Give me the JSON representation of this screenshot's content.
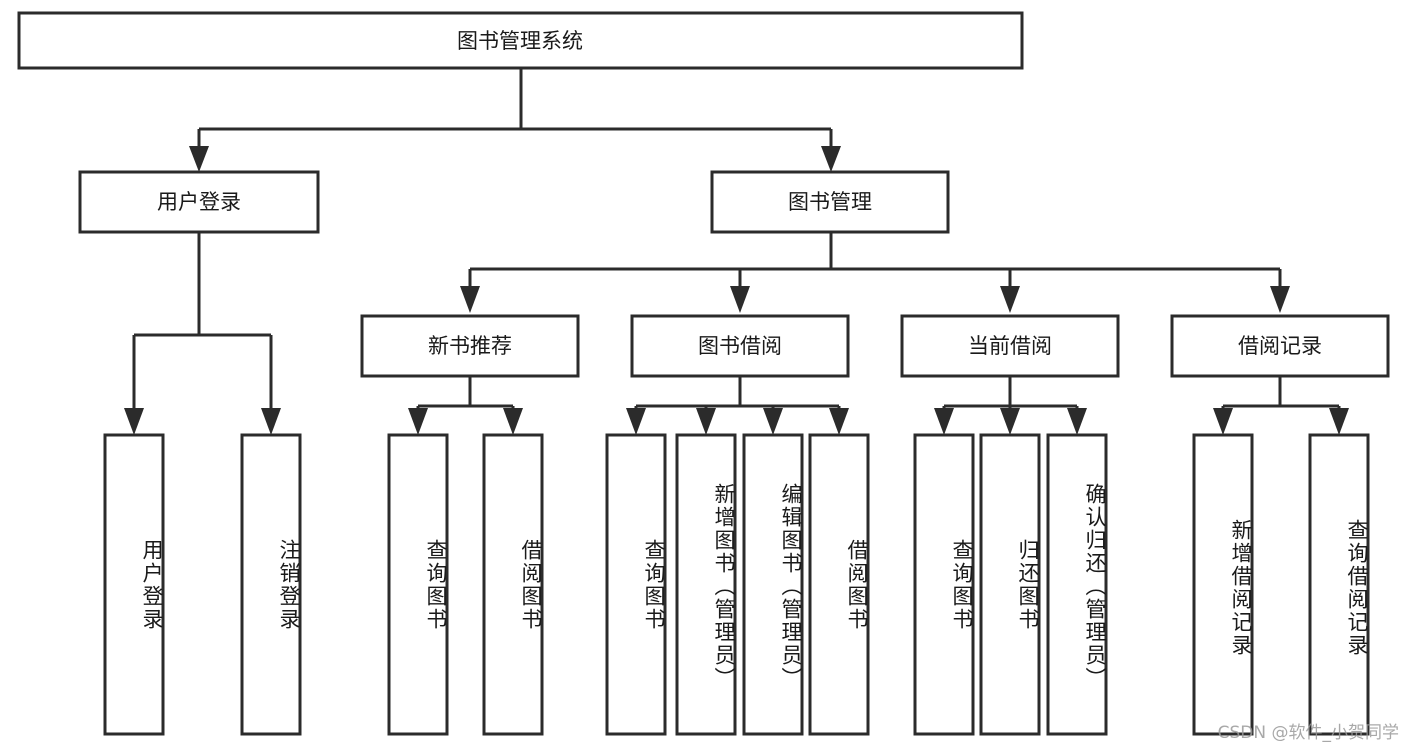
{
  "diagram": {
    "title": "图书管理系统",
    "type": "tree-hierarchy-diagram",
    "watermark": "CSDN @软件_小贺同学",
    "colors": {
      "background": "#ffffff",
      "box_stroke": "#2b2b2b",
      "box_fill": "#ffffff",
      "text": "#1a1a1a",
      "watermark": "#9a9a9a"
    },
    "root": {
      "label": "图书管理系统"
    },
    "level1": [
      {
        "label": "用户登录"
      },
      {
        "label": "图书管理"
      }
    ],
    "level2": [
      {
        "label": "新书推荐"
      },
      {
        "label": "图书借阅"
      },
      {
        "label": "当前借阅"
      },
      {
        "label": "借阅记录"
      }
    ],
    "leaves": {
      "user_login": [
        {
          "label": "用户登录"
        },
        {
          "label": "注销登录"
        }
      ],
      "new_book_recommend": [
        {
          "label": "查询图书"
        },
        {
          "label": "借阅图书"
        }
      ],
      "book_borrow": [
        {
          "label": "查询图书"
        },
        {
          "label": "新增图书（管理员）"
        },
        {
          "label": "编辑图书（管理员）"
        },
        {
          "label": "借阅图书"
        }
      ],
      "current_borrow": [
        {
          "label": "查询图书"
        },
        {
          "label": "归还图书"
        },
        {
          "label": "确认归还（管理员）"
        }
      ],
      "borrow_record": [
        {
          "label": "新增借阅记录"
        },
        {
          "label": "查询借阅记录"
        }
      ]
    }
  }
}
